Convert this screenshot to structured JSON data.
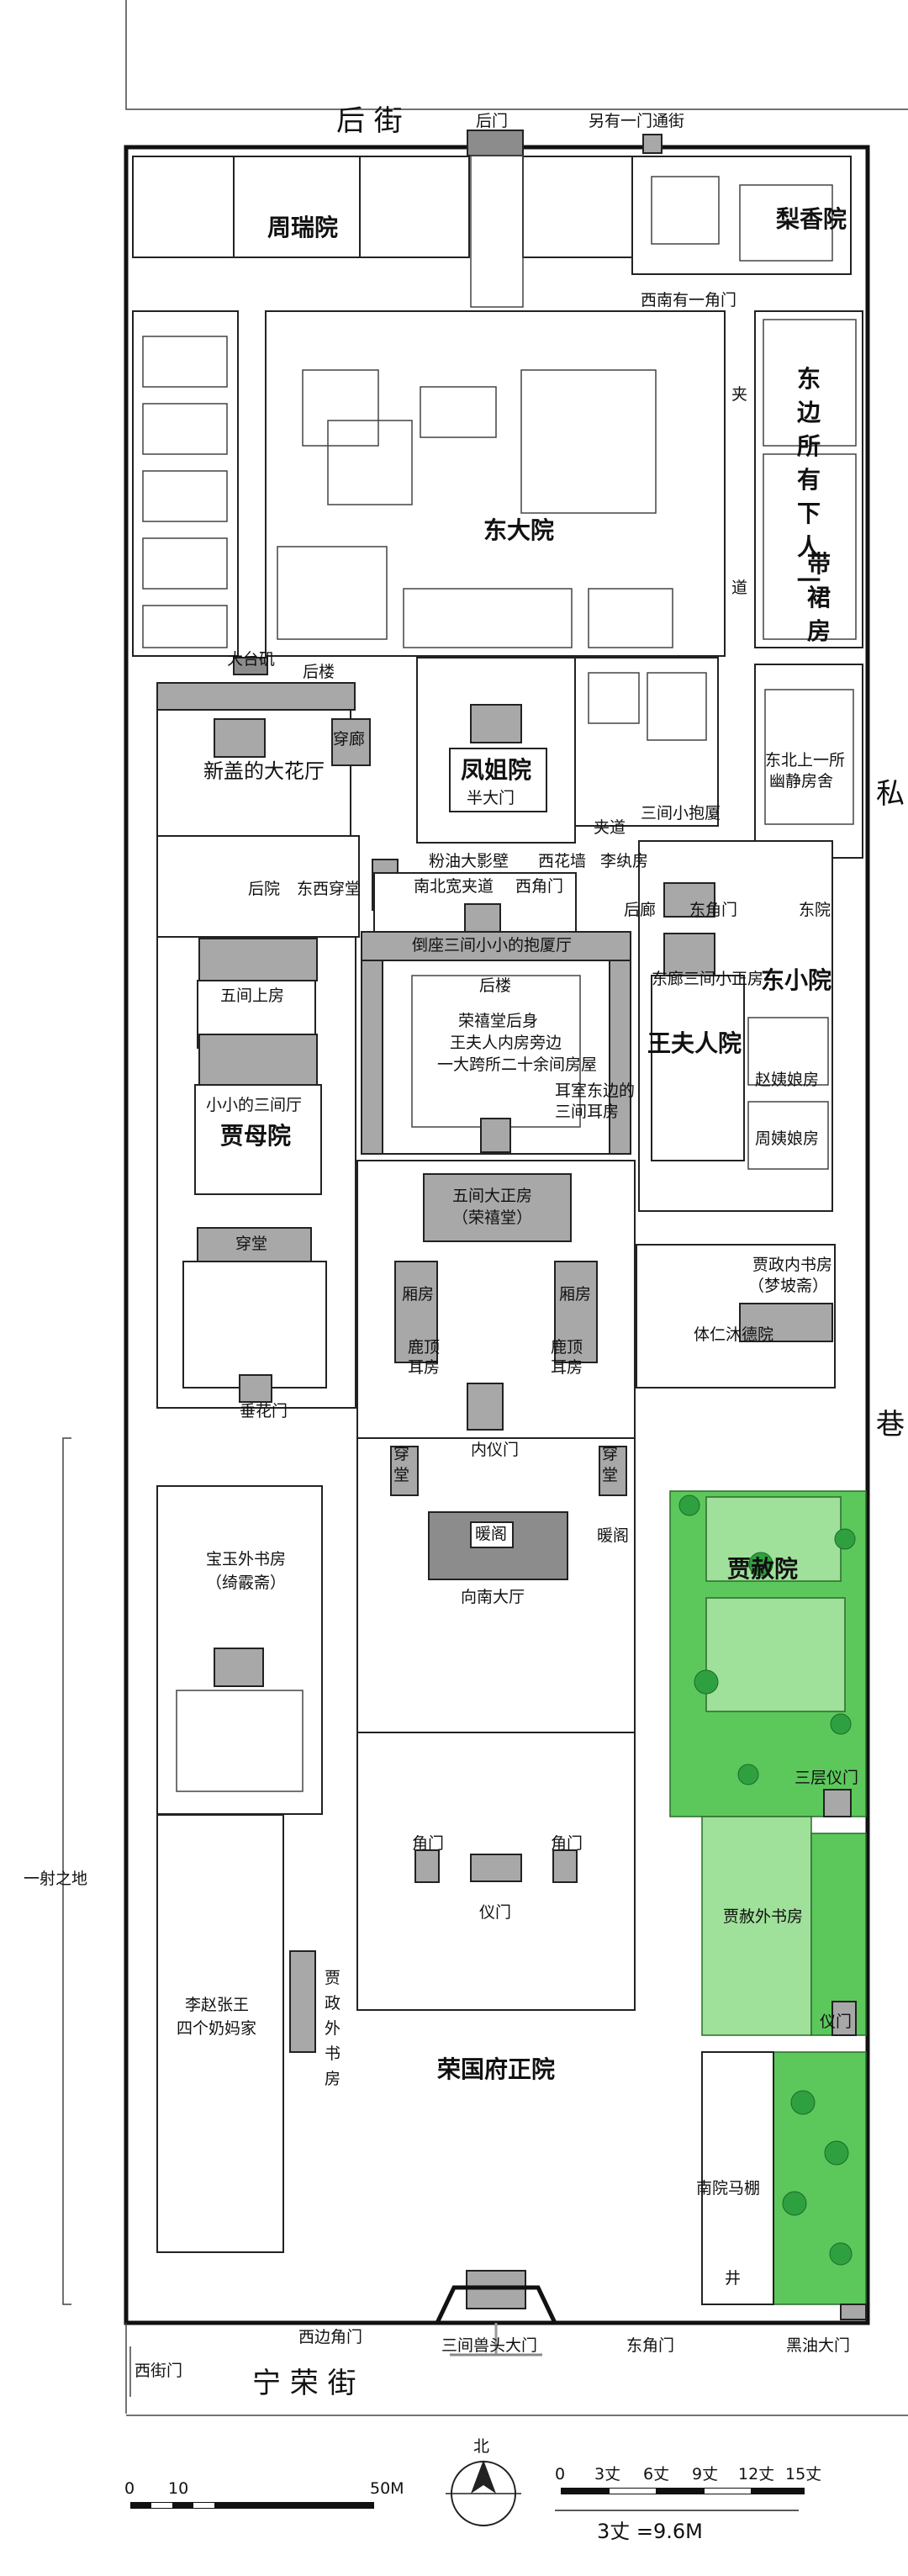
{
  "streets": {
    "north": "后 街",
    "south": "宁  荣  街",
    "east_top": "私",
    "east_bottom": "巷"
  },
  "gates": {
    "rear_gate": "后门",
    "another_gate": "另有一门通街",
    "southwest_corner_gate": "西南有一角门",
    "west_street_gate": "西街门",
    "west_corner_gate": "西边角门",
    "main_gate": "三间兽头大门",
    "east_corner_gate": "东角门",
    "black_oil_gate": "黑油大门",
    "inner_gate": "内仪门",
    "ceremonial_gate": "仪门",
    "corner_gate_left": "角门",
    "corner_gate_right": "角门",
    "third_gate": "三层仪门",
    "gate_e": "仪门",
    "half_gate": "半大门",
    "east_corner_door": "东角门",
    "chuihua_gate": "垂花门"
  },
  "courtyards": {
    "zhourui": "周瑞院",
    "lixiang": "梨香院",
    "dongda": "东大院",
    "fengjie": "凤姐院",
    "jiamu": "贾母院",
    "wangfuren": "王夫人院",
    "dongxiao": "东小院",
    "jiashe": "贾赦院",
    "main_courtyard": "荣国府正院"
  },
  "labels": {
    "jiadao_top": "夹",
    "jiadao_bottom": "道",
    "servants_1": "东",
    "servants_2": "边",
    "servants_3": "所",
    "servants_4": "有",
    "servants_5": "下",
    "servants_6": "人",
    "servants_7": "一",
    "servants_8": "带",
    "servants_9": "裙",
    "servants_10": "房",
    "dadaiguan": "大台矶",
    "houlou": "后楼",
    "new_hall": "新盖的大花厅",
    "chuanlang": "穿廊",
    "fenyou": "粉油大影壁",
    "nanbei": "南北宽夹道",
    "xihuaqiang": "西花墙",
    "xijiaomen": "西角门",
    "jiadao2": "夹道",
    "liwan": "李纨房",
    "sanjian_baosha": "三间小抱厦",
    "dongyuan": "东院",
    "houyuan": "后院",
    "dongxi_chuantang": "东西穿堂",
    "houtang_corner": "后廊",
    "daozuo": "倒座三间小小的抱厦厅",
    "houlou2": "后楼",
    "rongxi_1": "荣禧堂后身",
    "rongxi_2": "王夫人内房旁边",
    "rongxi_3": "一大跨所二十余间房屋",
    "erfang_1": "耳室东边的",
    "erfang_2": "三间耳房",
    "dongfang_1": "东廊三间小正房",
    "zhaoyiniang": "赵姨娘房",
    "zhouyiniang": "周姨娘房",
    "wujian_shang": "五间上房",
    "xiaoxiao": "小小的三间厅",
    "chuantang": "穿堂",
    "dazheng_1": "五间大正房",
    "dazheng_2": "（荣禧堂）",
    "xiangfang_l": "厢房",
    "xiangfang_r": "厢房",
    "luding_l_1": "鹿顶",
    "luding_l_2": "耳房",
    "luding_r_1": "鹿顶",
    "luding_r_2": "耳房",
    "jiazheng_1": "贾政内书房",
    "jiazheng_2": "（梦坡斋）",
    "tiren": "体仁沐德院",
    "dongbei_1": "东北上一所",
    "dongbei_2": "幽静房舍",
    "chuantang_l": "穿",
    "chuantang_l2": "堂",
    "chuantang_r": "穿",
    "chuantang_r2": "堂",
    "nuange": "暖阁",
    "nuange2": "暖阁",
    "xiangnan": "向南大厅",
    "baoyu_1": "宝玉外书房",
    "baoyu_2": "（绮霰斋）",
    "li_1": "李赵张王",
    "li_2": "四个奶妈家",
    "jiazheng_w_1": "贾",
    "jiazheng_w_2": "政",
    "jiazheng_w_3": "外",
    "jiazheng_w_4": "书",
    "jiazheng_w_5": "房",
    "jiashe_shufang": "贾赦外书房",
    "nanyuan": "南院马棚",
    "jing": "井",
    "yishe": "一射之地"
  },
  "compass": {
    "north": "北"
  },
  "scale_metric": {
    "ticks": [
      "0",
      "10",
      "50M"
    ]
  },
  "scale_chinese": {
    "ticks": [
      "0",
      "3丈",
      "6丈",
      "9丈",
      "12丈",
      "15丈"
    ],
    "note": "3丈 =9.6M"
  },
  "colors": {
    "gray_building": "#a8a8a8",
    "green_garden": "#5cc85c",
    "tree": "#2fa040"
  }
}
